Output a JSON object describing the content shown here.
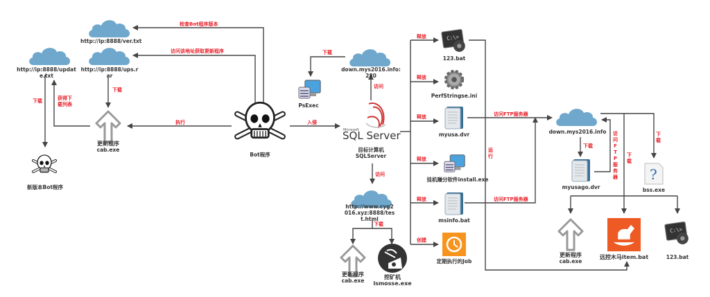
{
  "colors": {
    "cloud": "#6fa8cc",
    "line": "#444444",
    "label_red": "#e8202a",
    "orange": "#ee5a24",
    "job_orange": "#f7941d"
  },
  "nodes": {
    "cloud_ver": "http://ip:8888/ver.txt",
    "cloud_update": "http://ip:8888/update.txt",
    "cloud_ups": "http://ip:8888/ups.rar",
    "update_cab_left_1": "更新程序",
    "update_cab_left_2": "cab.exe",
    "new_bot": "新版本Bot程序",
    "bot": "Bot程序",
    "psexec": "PsExec",
    "cloud_down280": "down.mys2016.info:280",
    "sql_brand_small": "Microsoft",
    "sql_brand": "SQL Server",
    "sql_target_1": "目标计算机",
    "sql_target_2": "SQLServer",
    "cloud_cyg": "http://www.cyg2016.xyz:8888/test.html",
    "update_cab_mid_1": "更新程序",
    "update_cab_mid_2": "cab.exe",
    "miner_1": "挖矿机",
    "miner_2": "lsmosse.exe",
    "bat123": "123.bat",
    "perfstrings": "PerfStringse.ini",
    "myusa": "myusa.dvr",
    "install": "挂机赚分软件install.exe",
    "msinfo": "msinfo.bat",
    "job": "定期执行的Job",
    "cloud_down": "down.mys2016.info",
    "myusago": "myusago.dvr",
    "bss": "bss.exe",
    "update_cab_right_1": "更新程序",
    "update_cab_right_2": "cab.exe",
    "trojan": "远控木马item.bat",
    "bat123_right": "123.bat"
  },
  "edges": {
    "check_version": "检查Bot程序版本",
    "visit_get_update": "访问该地址获取更新程序",
    "download_ups": "下载",
    "get_list": "获得下载列表",
    "download_newbot": "下载",
    "execute": "执行",
    "invade": "入侵",
    "download_psexec": "下载",
    "visit_down280": "访问",
    "visit_cyg": "访问",
    "download_cyg": "下载",
    "release_1": "释放",
    "release_2": "释放",
    "release_3": "释放",
    "release_4": "释放",
    "release_5": "释放",
    "create_job": "创建",
    "run": "运行",
    "ftp_1": "访问FTP服务器",
    "ftp_2": "访问FTP服务器",
    "download_myusago": "下载",
    "ftp_3": "访问FTP服务器",
    "download_mid": "下载",
    "download_bss": "下载"
  }
}
